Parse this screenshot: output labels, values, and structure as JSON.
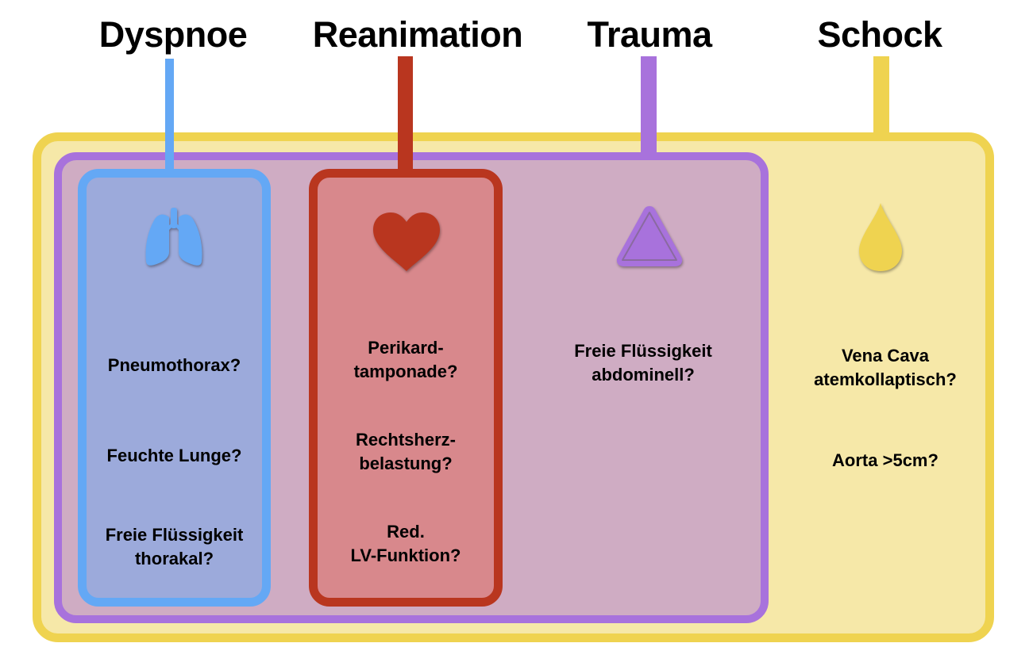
{
  "categories": [
    {
      "id": "dyspnoe",
      "title": "Dyspnoe",
      "color": "#64a8f5",
      "fill": "#9caadb",
      "icon": "lungs-icon",
      "questions": [
        "Pneumothorax?",
        "Feuchte Lunge?",
        "Freie Flüssigkeit\nthorakal?"
      ]
    },
    {
      "id": "reanimation",
      "title": "Reanimation",
      "color": "#b9361f",
      "fill": "#d8888c",
      "icon": "heart-icon",
      "questions": [
        "Perikard-\ntamponade?",
        "Rechtsherz-\nbelastung?",
        "Red.\nLV-Funktion?"
      ]
    },
    {
      "id": "trauma",
      "title": "Trauma",
      "color": "#a872dc",
      "fill": "#cfacc3",
      "icon": "triangle-warning-icon",
      "questions": [
        "Freie Flüssigkeit\nabdominell?"
      ]
    },
    {
      "id": "schock",
      "title": "Schock",
      "color": "#efd350",
      "fill": "#f6e8a8",
      "icon": "drop-icon",
      "questions": [
        "Vena Cava\natemkollaptisch?",
        "Aorta >5cm?"
      ]
    }
  ]
}
